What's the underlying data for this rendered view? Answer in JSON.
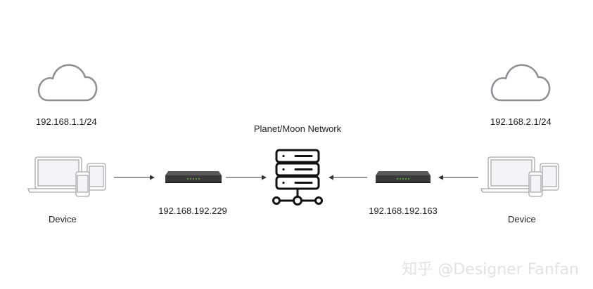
{
  "left": {
    "subnet_label": "192.168.1.1/24",
    "device_label": "Device",
    "router_ip": "192.168.192.229"
  },
  "center": {
    "title": "Planet/Moon Network"
  },
  "right": {
    "subnet_label": "192.168.2.1/24",
    "device_label": "Device",
    "router_ip": "192.168.192.163"
  },
  "watermark": "知乎 @Designer Fanfan",
  "colors": {
    "stroke": "#8e8e93",
    "router_body": "#3a3a3a",
    "router_led": "#7ed957",
    "server": "#111111"
  }
}
